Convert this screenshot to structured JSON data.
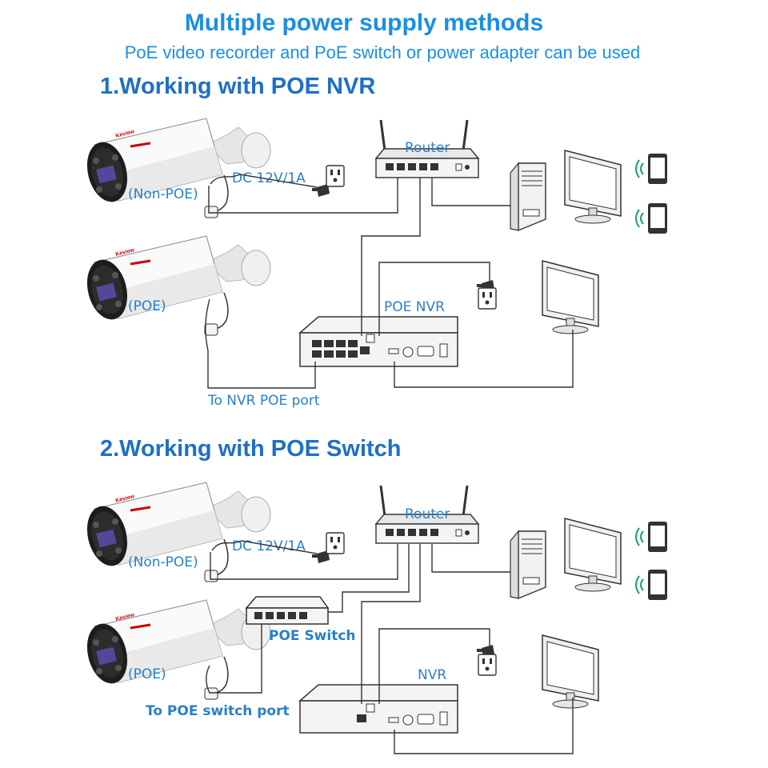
{
  "title": "Multiple power supply methods",
  "subtitle": "PoE video recorder and PoE switch or power adapter can be used",
  "sections": [
    {
      "heading": "1.Working with POE NVR",
      "router_label": "Router",
      "dc_label": "DC 12V/1A",
      "non_poe_label": "(Non-POE)",
      "poe_label": "(POE)",
      "recorder_label": "POE NVR",
      "port_label": "To NVR POE port"
    },
    {
      "heading": "2.Working with POE Switch",
      "router_label": "Router",
      "dc_label": "DC 12V/1A",
      "non_poe_label": "(Non-POE)",
      "poe_label": "(POE)",
      "switch_label": "POE Switch",
      "recorder_label": "NVR",
      "port_label": "To POE switch port"
    }
  ],
  "camera_brand": "Keview",
  "icons": [
    "camera-icon",
    "router-icon",
    "power-outlet-icon",
    "power-plug-icon",
    "pc-tower-icon",
    "monitor-icon",
    "apple-phone-icon",
    "android-phone-icon",
    "nvr-icon",
    "poe-switch-icon"
  ]
}
